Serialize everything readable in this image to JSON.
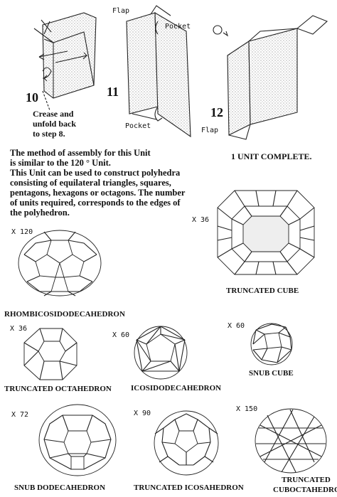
{
  "steps": {
    "s10": {
      "number": "10",
      "note_line1": "Crease and",
      "note_line2": "unfold back",
      "note_line3": "to step 8."
    },
    "s11": {
      "number": "11",
      "flap_label": "Flap",
      "pocket_label": "Pocket",
      "pocket_label_bottom": "Pocket"
    },
    "s12": {
      "number": "12",
      "flap_label": "Flap"
    }
  },
  "unit_complete": "1 UNIT COMPLETE.",
  "description": {
    "line1": "The method of assembly for this Unit",
    "line2": "is similar to the 120 ° Unit.",
    "line3": "This Unit can be used to  construct polyhedra",
    "line4": "consisting of equilateral triangles, squares,",
    "line5": "pentagons, hexagons or octagons. The number",
    "line6": "of units required, corresponds to the edges of",
    "line7": "the polyhedron."
  },
  "polyhedra": [
    {
      "name": "RHOMBICOSIDODECAHEDRON",
      "multiplier": "X 120"
    },
    {
      "name": "TRUNCATED CUBE",
      "multiplier": "X 36"
    },
    {
      "name": "TRUNCATED OCTAHEDRON",
      "multiplier": "X 36"
    },
    {
      "name": "ICOSIDODECAHEDRON",
      "multiplier": "X 60"
    },
    {
      "name": "SNUB CUBE",
      "multiplier": "X 60"
    },
    {
      "name": "SNUB DODECAHEDRON",
      "multiplier": "X 72"
    },
    {
      "name": "TRUNCATED ICOSAHEDRON",
      "multiplier": "X 90"
    },
    {
      "name_line1": "TRUNCATED",
      "name_line2": "CUBOCTAHEDRON",
      "multiplier": "X 150"
    }
  ]
}
